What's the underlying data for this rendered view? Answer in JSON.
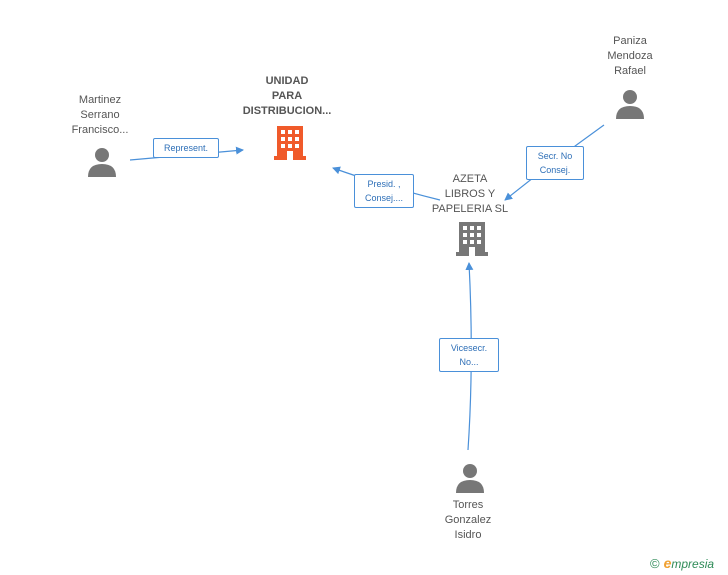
{
  "nodes": {
    "unidad": {
      "lines": [
        "UNIDAD",
        "PARA",
        "DISTRIBUCION..."
      ]
    },
    "azeta": {
      "lines": [
        "AZETA",
        "LIBROS Y",
        "PAPELERIA SL"
      ]
    },
    "martinez": {
      "lines": [
        "Martinez",
        "Serrano",
        "Francisco..."
      ]
    },
    "paniza": {
      "lines": [
        "Paniza",
        "Mendoza",
        "Rafael"
      ]
    },
    "torres": {
      "lines": [
        "Torres",
        "Gonzalez",
        "Isidro"
      ]
    }
  },
  "edges": {
    "represent": {
      "lines": [
        "Represent."
      ]
    },
    "presid": {
      "lines": [
        "Presid. ,",
        "Consej...."
      ]
    },
    "secr": {
      "lines": [
        "Secr.  No",
        "Consej."
      ]
    },
    "vicesecr": {
      "lines": [
        "Vicesecr.",
        "No..."
      ]
    }
  },
  "brand": {
    "copyright": "©",
    "initial": "e",
    "name": "mpresia"
  },
  "colors": {
    "main_company": "#f05a2a",
    "company": "#777777",
    "person": "#777777",
    "edge": "#4a90d9"
  }
}
